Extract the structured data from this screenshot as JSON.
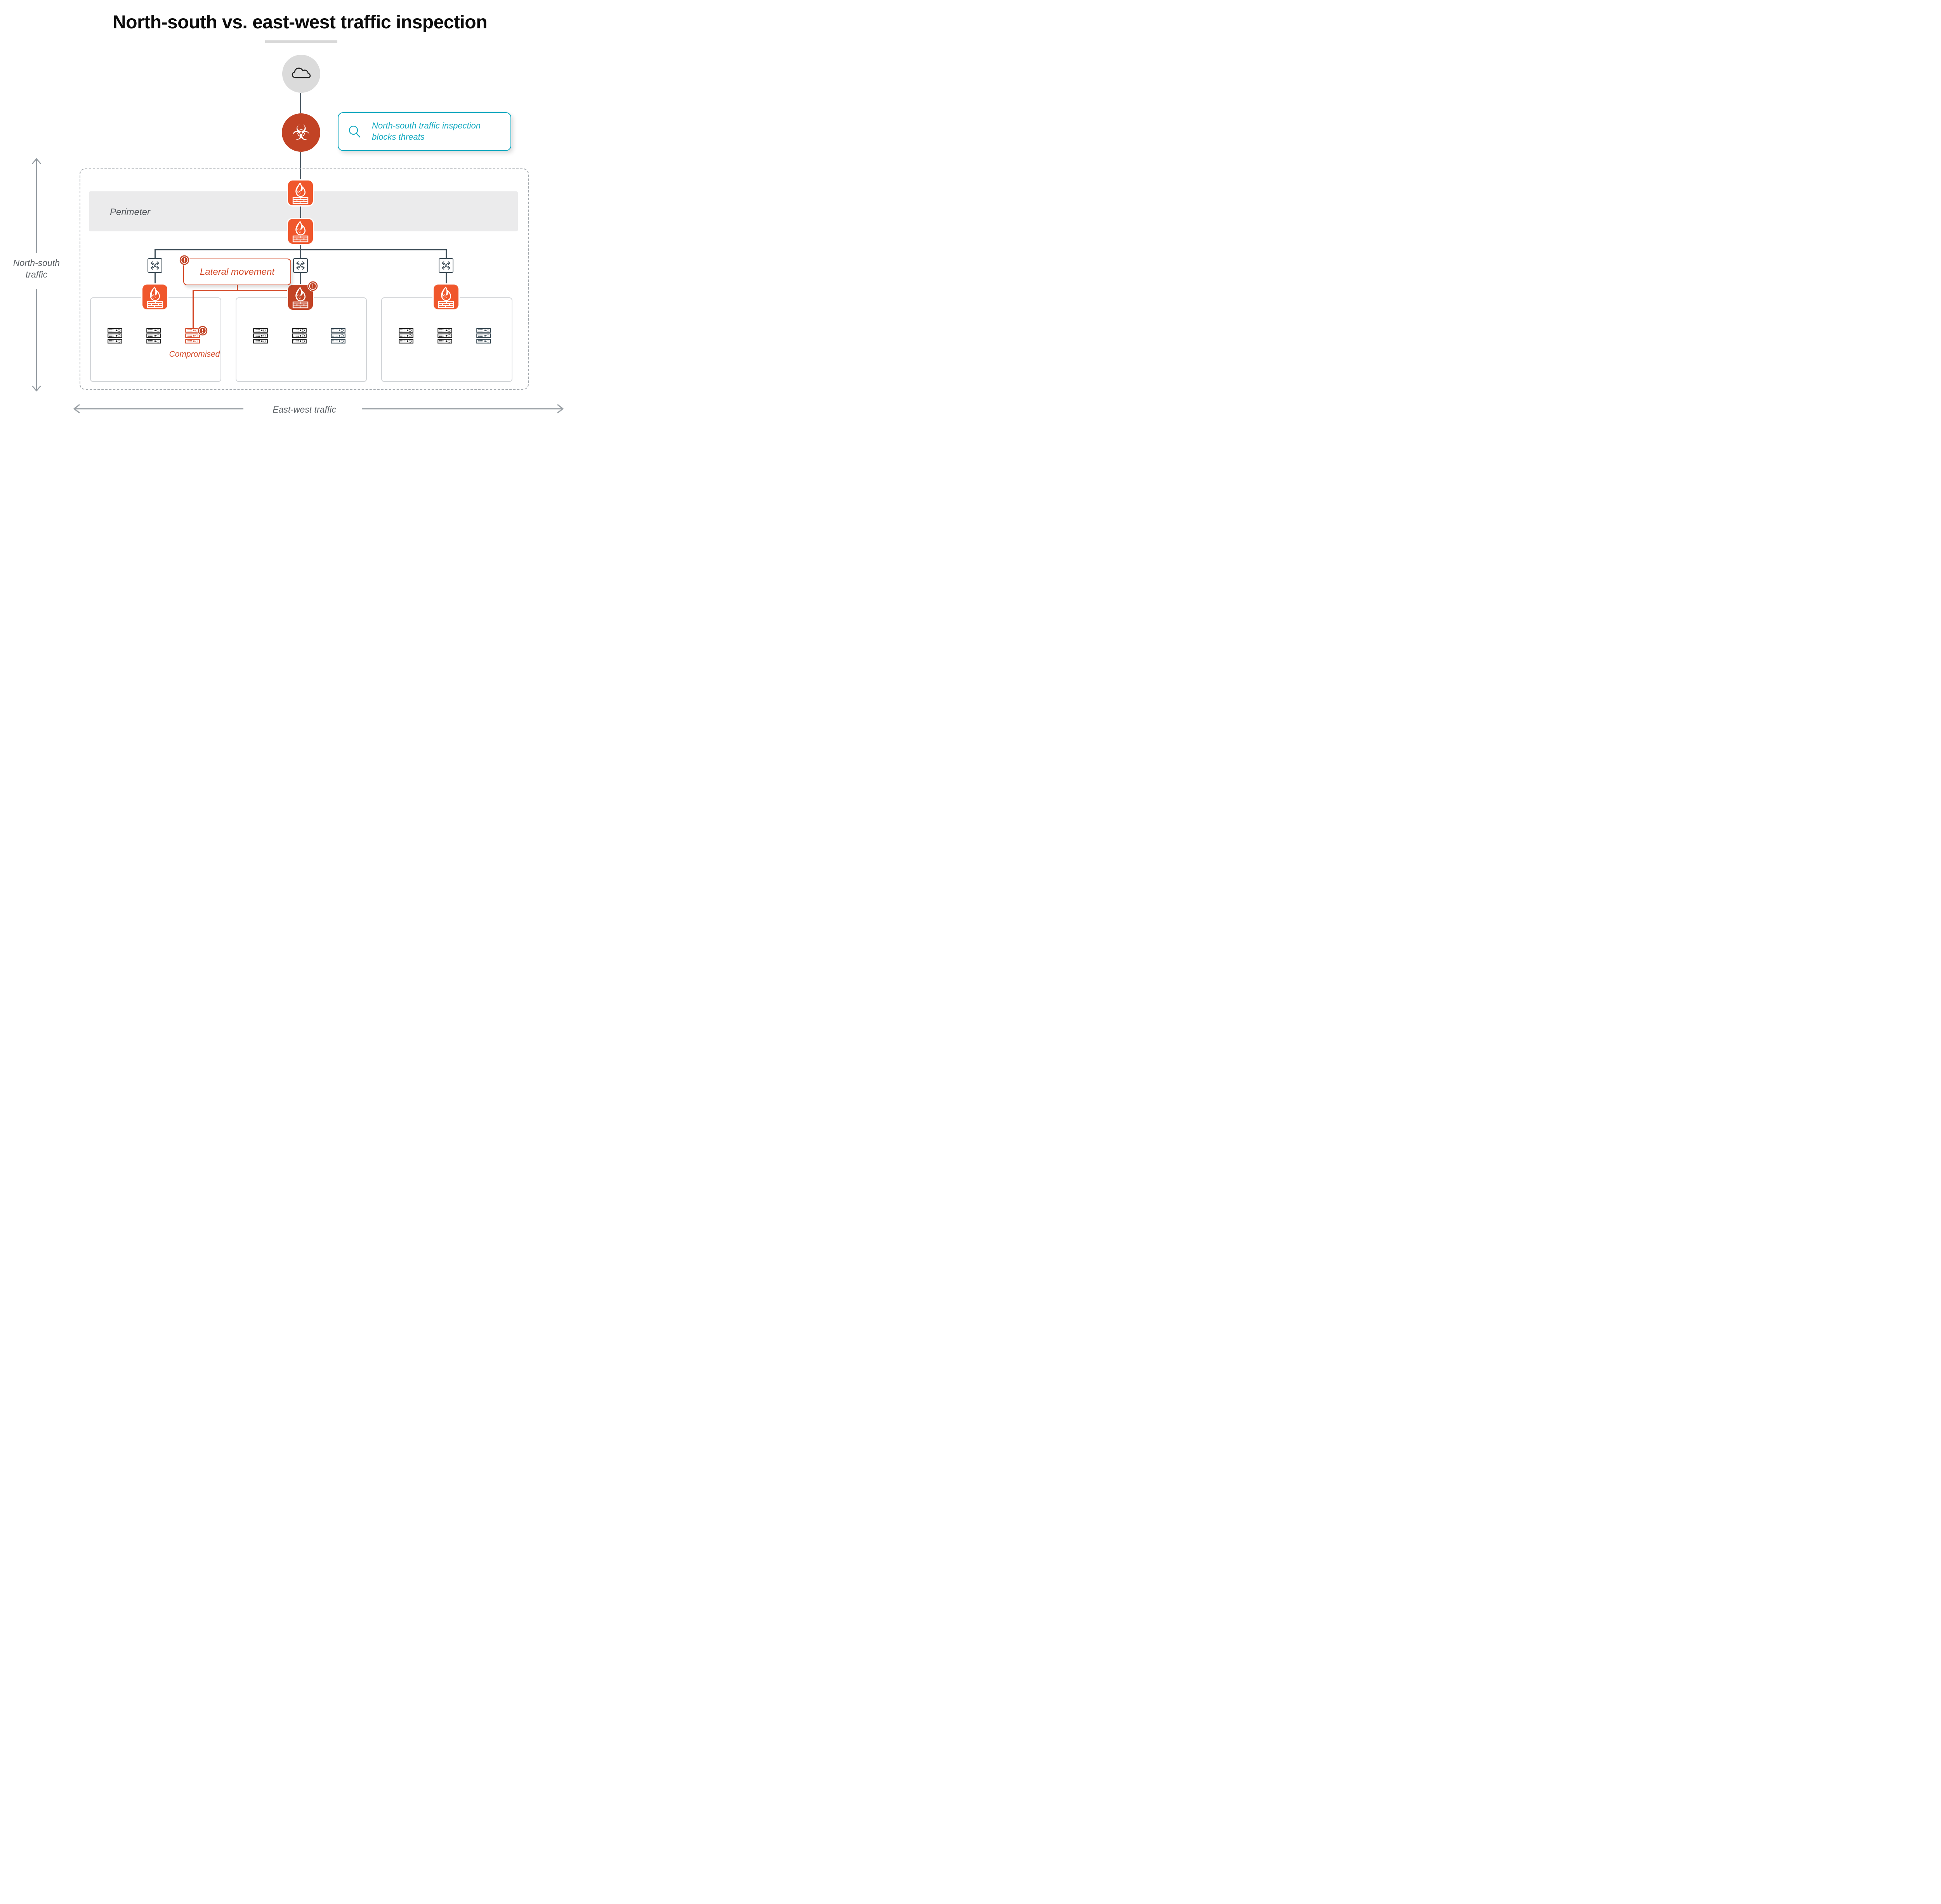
{
  "title": "North-south vs. east-west traffic inspection",
  "callout_north_south": {
    "icon": "magnifier-icon",
    "text": "North-south traffic inspection blocks threats"
  },
  "perimeter": {
    "label": "Perimeter"
  },
  "lateral_movement": {
    "label": "Lateral movement"
  },
  "compromised": {
    "label": "Compromised"
  },
  "axis_labels": {
    "north_south_line1": "North-south",
    "north_south_line2": "traffic",
    "east_west": "East-west traffic"
  },
  "icons": {
    "cloud": "cloud-icon",
    "threat": "biohazard-icon",
    "threat_glyph": "☣",
    "firewall": "firewall-icon",
    "switch": "switch-icon",
    "server": "server-icon",
    "alert": "alert-badge-icon",
    "magnifier": "magnifier-icon"
  },
  "colors": {
    "orange": "#F0572C",
    "dark_red": "#C24325",
    "accent_red": "#D44928",
    "teal": "#12A9C0",
    "slate": "#46555F",
    "band_gray": "#EBEBEC",
    "server_black": "#161616",
    "server_slate": "#2C3E49"
  },
  "groups": [
    {
      "name": "segment-left",
      "stacks": [
        {
          "color": "black"
        },
        {
          "color": "black"
        },
        {
          "color": "red",
          "badge": true
        }
      ]
    },
    {
      "name": "segment-center",
      "stacks": [
        {
          "color": "black"
        },
        {
          "color": "black"
        },
        {
          "color": "slate"
        }
      ]
    },
    {
      "name": "segment-right",
      "stacks": [
        {
          "color": "black"
        },
        {
          "color": "black"
        },
        {
          "color": "slate"
        }
      ]
    }
  ]
}
